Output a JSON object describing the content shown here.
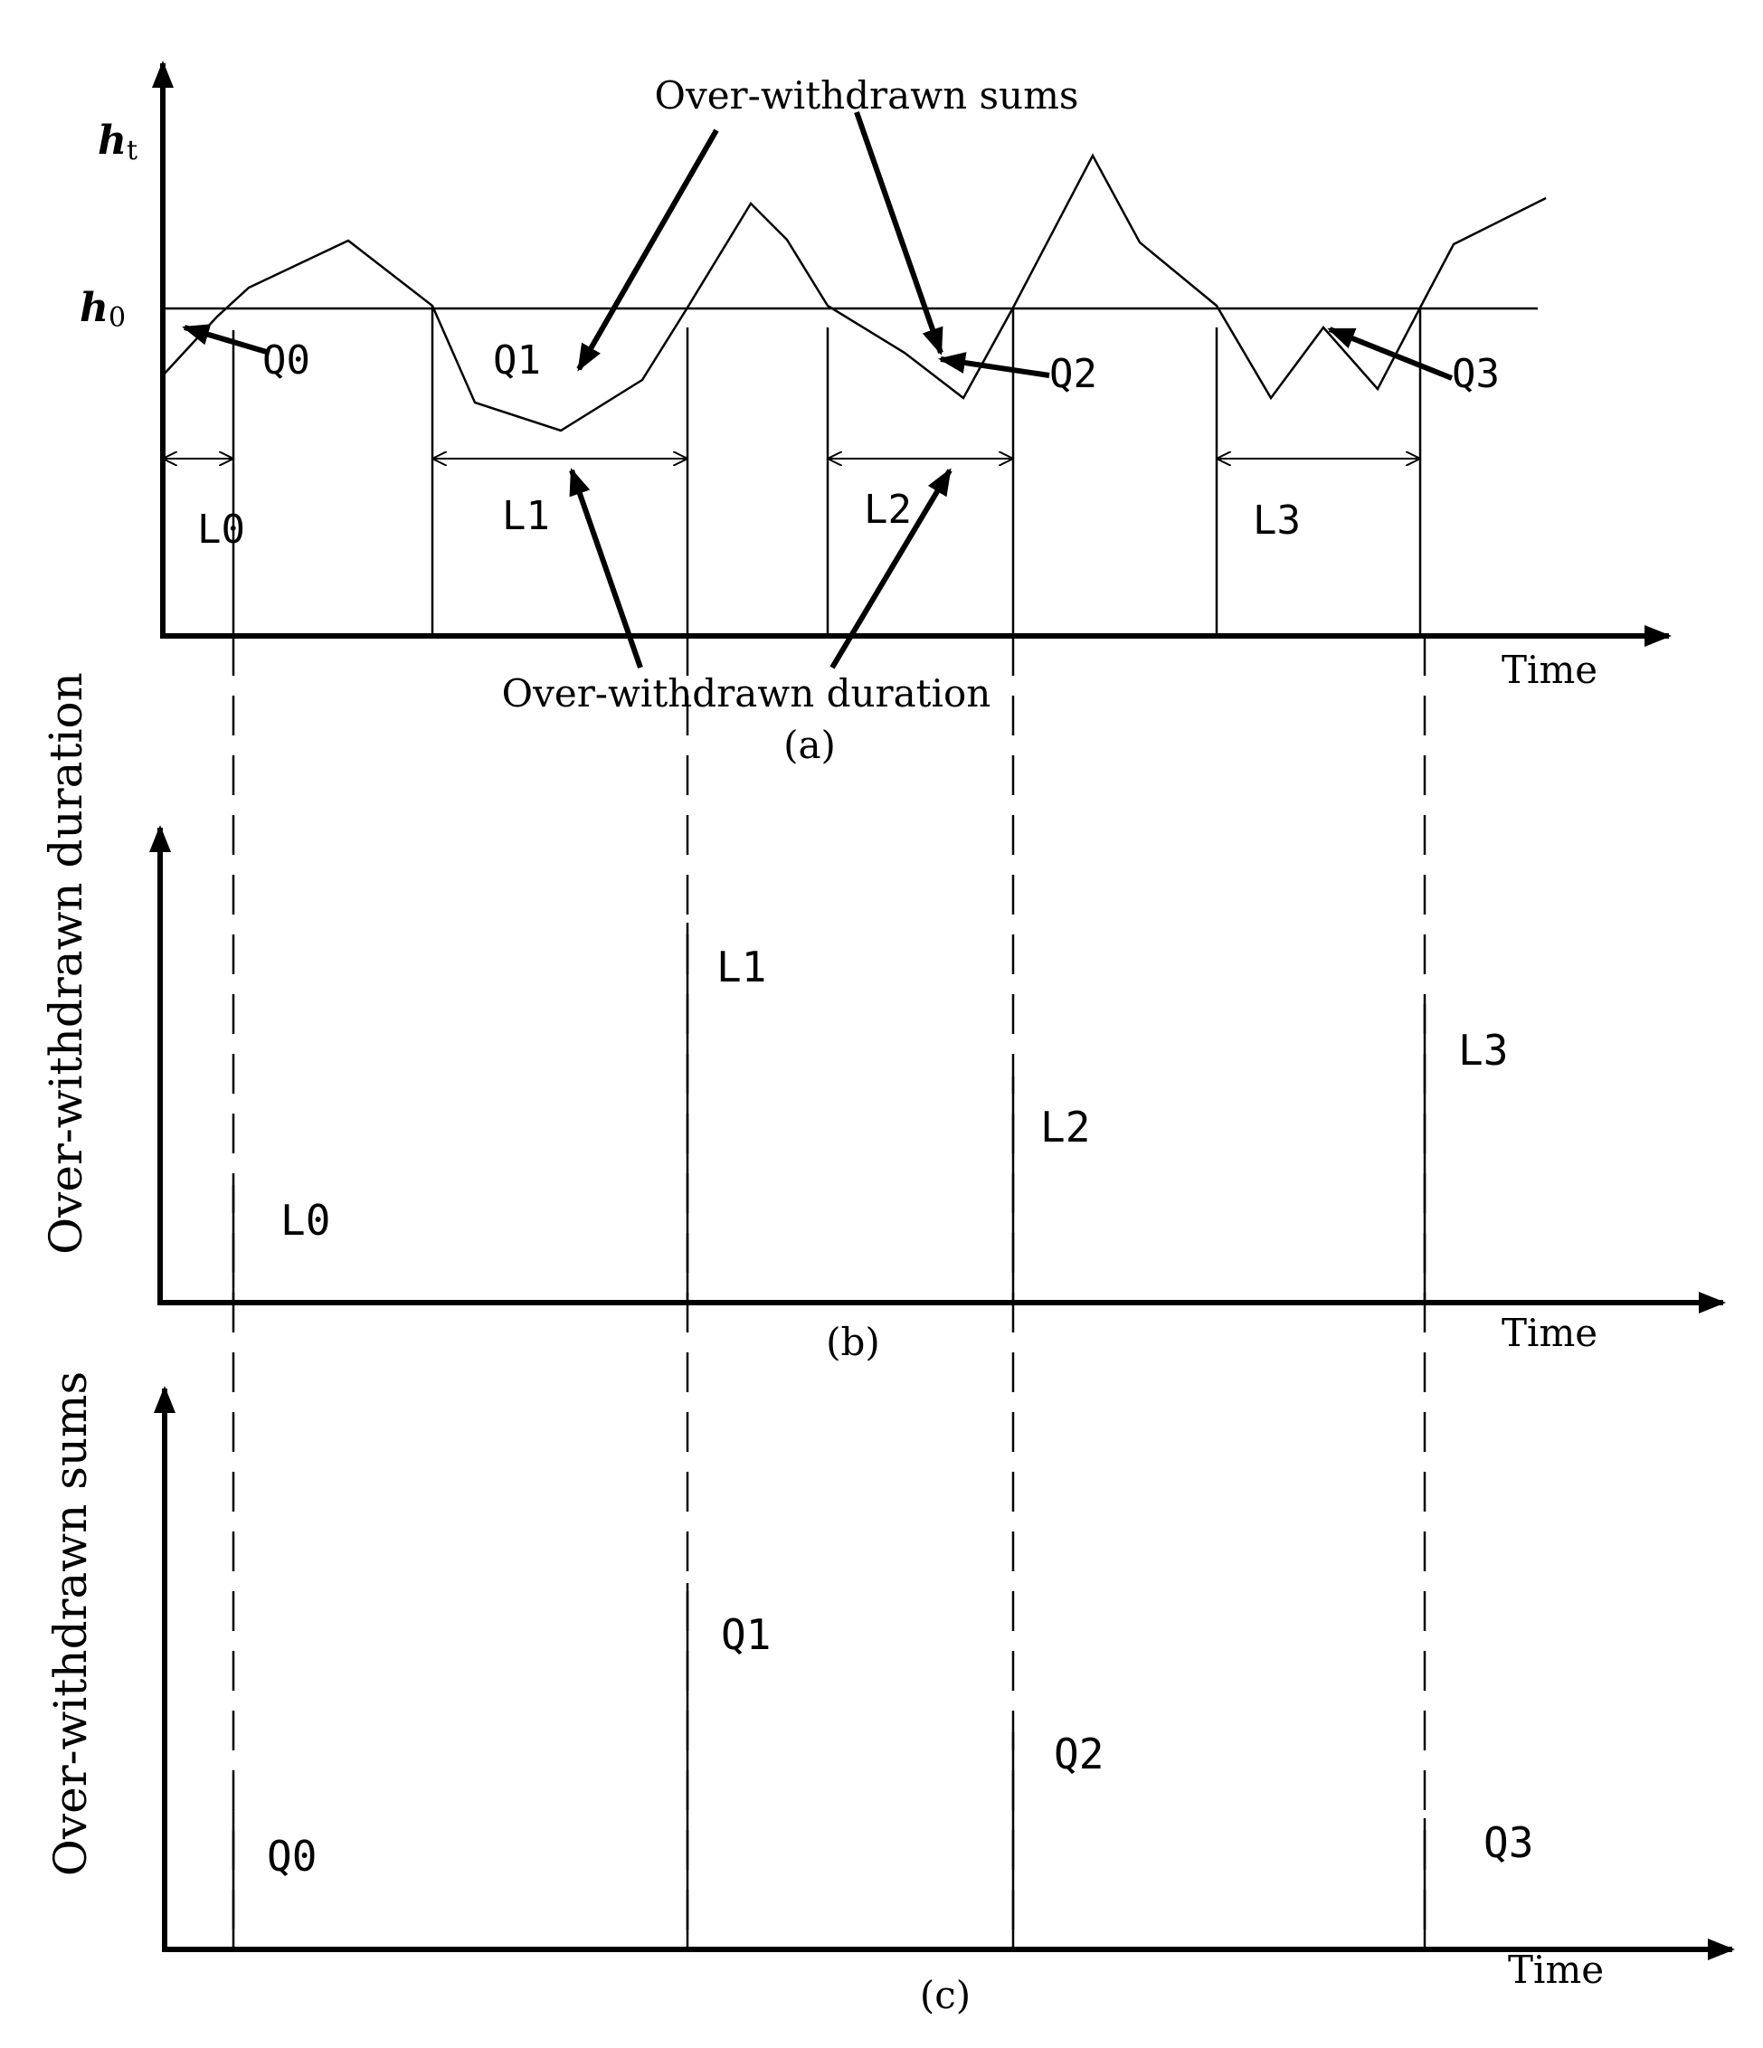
{
  "panels": {
    "a": {
      "caption": "(a)",
      "y_label_top": "h",
      "y_label_top_sub": "t",
      "y_label_threshold": "h",
      "y_label_threshold_sub": "0",
      "x_axis_label": "Time",
      "annotation_sums": "Over-withdrawn sums",
      "annotation_duration": "Over-withdrawn duration",
      "sum_labels": [
        "Q0",
        "Q1",
        "Q2",
        "Q3"
      ],
      "duration_labels": [
        "L0",
        "L1",
        "L2",
        "L3"
      ]
    },
    "b": {
      "caption": "(b)",
      "y_axis_label": "Over-withdrawn duration",
      "x_axis_label": "Time",
      "bar_labels": [
        "L0",
        "L1",
        "L2",
        "L3"
      ]
    },
    "c": {
      "caption": "(c)",
      "y_axis_label": "Over-withdrawn sums",
      "x_axis_label": "Time",
      "bar_labels": [
        "Q0",
        "Q1",
        "Q2",
        "Q3"
      ]
    }
  },
  "colors": {
    "ink": "#000000",
    "paper": "#ffffff"
  }
}
